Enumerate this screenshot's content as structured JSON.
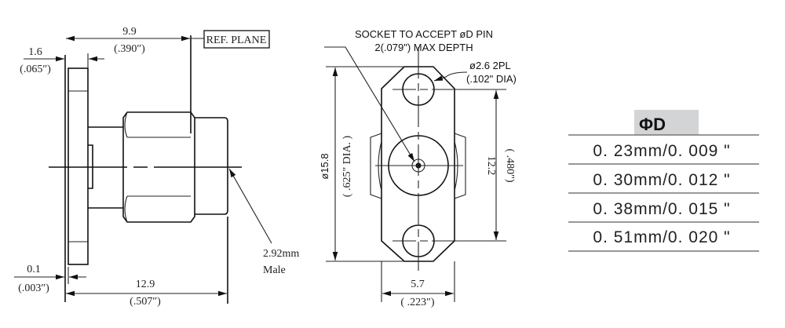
{
  "side_view": {
    "dim_ref": {
      "mm": "9.9",
      "inch": "(.390″)"
    },
    "ref_plane_label": "REF. PLANE",
    "dim_flange": {
      "mm": "1.6",
      "inch": "(.065″)"
    },
    "dim_gap": {
      "mm": "0.1",
      "inch": "(.003″)"
    },
    "dim_length": {
      "mm": "12.9",
      "inch": "(.507″)"
    },
    "connector_label": {
      "line1": "2.92mm",
      "line2": "Male"
    }
  },
  "front_view": {
    "socket_note": {
      "line1": "SOCKET TO ACCEPT øD PIN",
      "line2": "2(.079\") MAX DEPTH"
    },
    "hole_note": {
      "line1": "ø2.6  2PL",
      "line2": "(.102\"  DIA)"
    },
    "dim_flange_dia": {
      "mm": "ø15.8",
      "inch": "( .625\" DIA. )"
    },
    "dim_hole_spacing": {
      "mm": "12.2",
      "inch": "( .480\")"
    },
    "dim_width": {
      "mm": "5.7",
      "inch": "( .223″)"
    }
  },
  "pin_table": {
    "header": "ΦD",
    "rows": [
      "0. 23mm/0. 009 \"",
      "0. 30mm/0. 012 \"",
      "0. 38mm/0. 015 \"",
      "0. 51mm/0. 020 \""
    ],
    "header_bg": "#d3d4d6"
  }
}
